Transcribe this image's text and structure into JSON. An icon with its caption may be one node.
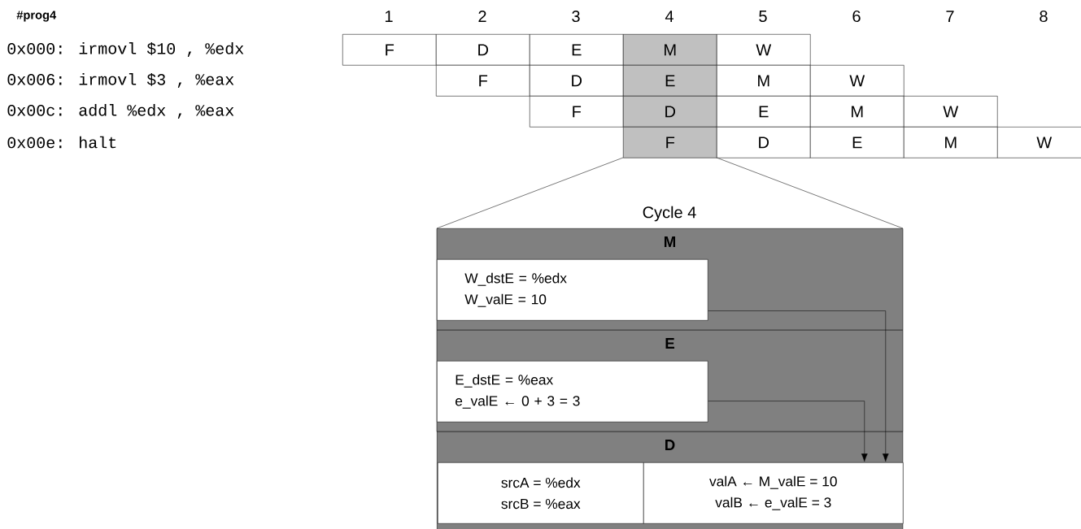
{
  "diagram": {
    "title": "#prog4",
    "nodes": [
      {
        "text": [
          "M"
        ]
      },
      {
        "text": [
          "W_dstE = %edx",
          "W_valE = 10"
        ],
        "in": 0
      },
      {
        "text": [
          "E"
        ]
      },
      {
        "text": [
          "E_dstE = %eax",
          "e_valE ← 0 + 3 = 3"
        ],
        "in": 2
      },
      {
        "text": [
          "D"
        ]
      },
      {
        "text": [
          "srcA = %edx",
          "srcB = %eax"
        ],
        "in": 4
      },
      {
        "text": [
          "valA ← M_valE = 10",
          "valB ← e_valE = 3"
        ],
        "in": 4
      }
    ],
    "edges": [
      {
        "from": 1,
        "to": 6,
        "arrow": "to"
      },
      {
        "from": 3,
        "to": 6,
        "arrow": "to"
      }
    ],
    "labels": [
      "1",
      "2",
      "3",
      "4",
      "5",
      "6",
      "7",
      "8",
      "0x000: irmovl $10 , %edx",
      "F",
      "D",
      "E",
      "M",
      "W",
      "0x006: irmovl  $3 , %eax",
      "F",
      "D",
      "E",
      "M",
      "W",
      "0x00c: addl  %edx , %eax",
      "F",
      "D",
      "E",
      "M",
      "W",
      "0x00e: halt",
      "F",
      "D",
      "E",
      "M",
      "W",
      "Cycle 4"
    ]
  }
}
